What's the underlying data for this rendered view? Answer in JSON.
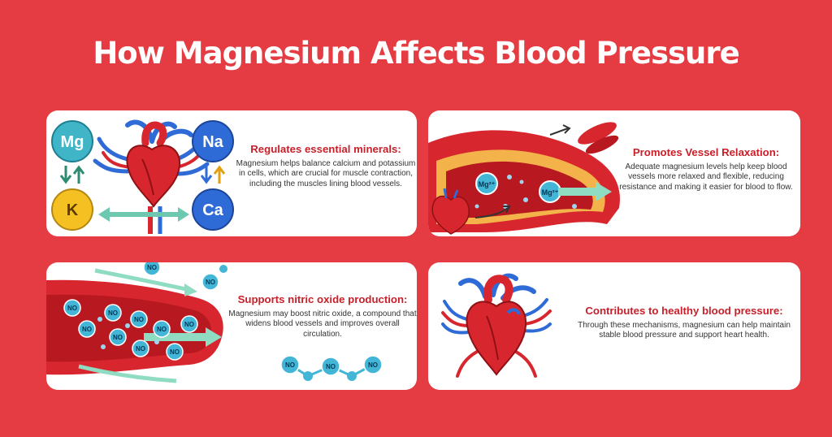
{
  "title": "How Magnesium Affects Blood Pressure",
  "cards": [
    {
      "heading": "Regulates essential minerals:",
      "body": "Magnesium helps balance calcium and potassium in cells, which are crucial for muscle contraction, including the muscles lining blood vessels."
    },
    {
      "heading": "Promotes Vessel Relaxation:",
      "body": "Adequate magnesium levels help keep blood vessels more relaxed and flexible, reducing resistance and making it easier for blood to flow."
    },
    {
      "heading": "Supports nitric oxide production:",
      "body": "Magnesium may boost nitric oxide, a compound that widens blood vessels and improves overall circulation."
    },
    {
      "heading": "Contributes to healthy blood pressure:",
      "body": "Through these mechanisms, magnesium can help maintain stable blood pressure and support heart health."
    }
  ],
  "minerals": {
    "mg": "Mg",
    "na": "Na",
    "k": "K",
    "ca": "Ca"
  },
  "ion_label": "Mg²⁺",
  "no_label": "NO",
  "colors": {
    "background": "#e53b42",
    "heading": "#c8202a",
    "vessel": "#d8262e",
    "vein": "#2f6bd6",
    "ion": "#43b6d8"
  }
}
